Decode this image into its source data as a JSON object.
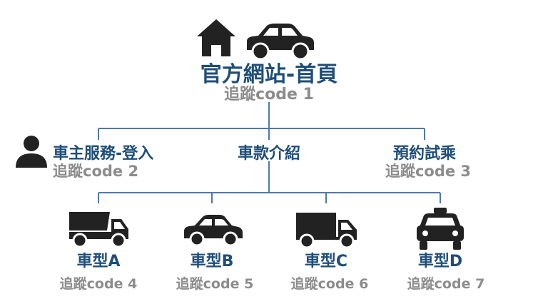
{
  "colors": {
    "title": "#1f4e79",
    "code": "#8c8c8c",
    "line": "#4f78b0",
    "icon": "#222222"
  },
  "root": {
    "title": "官方網站-首頁",
    "code": "追蹤code 1",
    "icons": [
      "home-icon",
      "car-icon"
    ]
  },
  "level2": [
    {
      "title": "車主服務-登入",
      "code": "追蹤code 2",
      "icon": "user-icon"
    },
    {
      "title": "車款介紹",
      "code": "",
      "icon": ""
    },
    {
      "title": "預約試乘",
      "code": "追蹤code 3",
      "icon": ""
    }
  ],
  "models": [
    {
      "label": "車型A",
      "code": "追蹤code 4",
      "icon": "dump-truck-icon"
    },
    {
      "label": "車型B",
      "code": "追蹤code 5",
      "icon": "sedan-icon"
    },
    {
      "label": "車型C",
      "code": "追蹤code 6",
      "icon": "box-truck-icon"
    },
    {
      "label": "車型D",
      "code": "追蹤code 7",
      "icon": "taxi-icon"
    }
  ]
}
